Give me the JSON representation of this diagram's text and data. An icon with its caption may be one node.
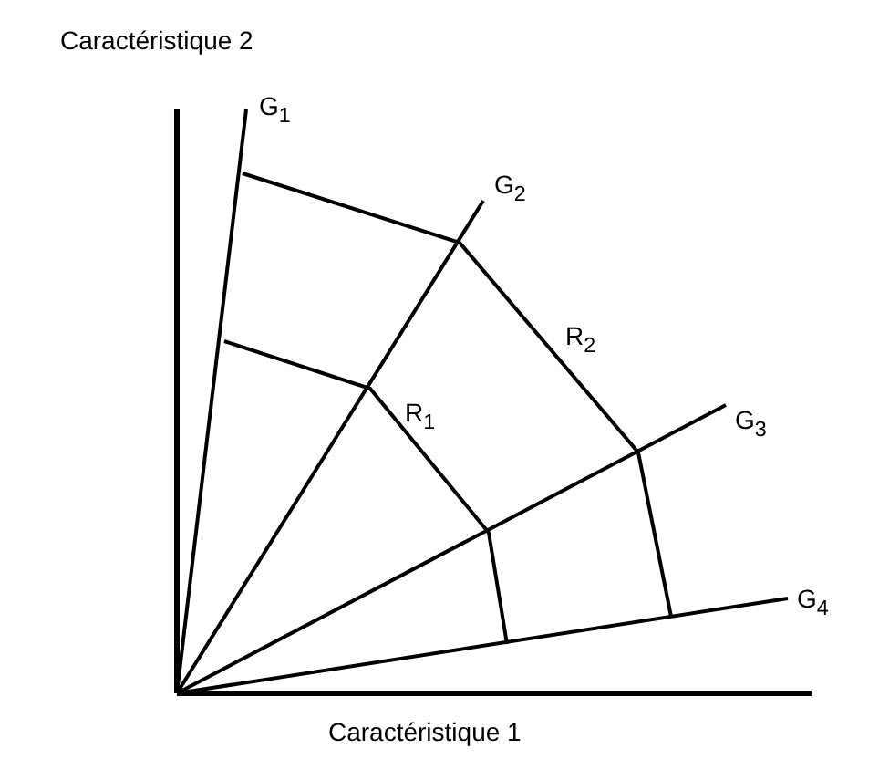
{
  "diagram": {
    "labels": [
      "Caractéristique 2",
      "G$_{1}$",
      "G$_{2}$",
      "R$_{2}$",
      "R$_{1}$",
      "G$_{3}$",
      "G$_{4}$",
      "Caractéristique 1"
    ]
  }
}
